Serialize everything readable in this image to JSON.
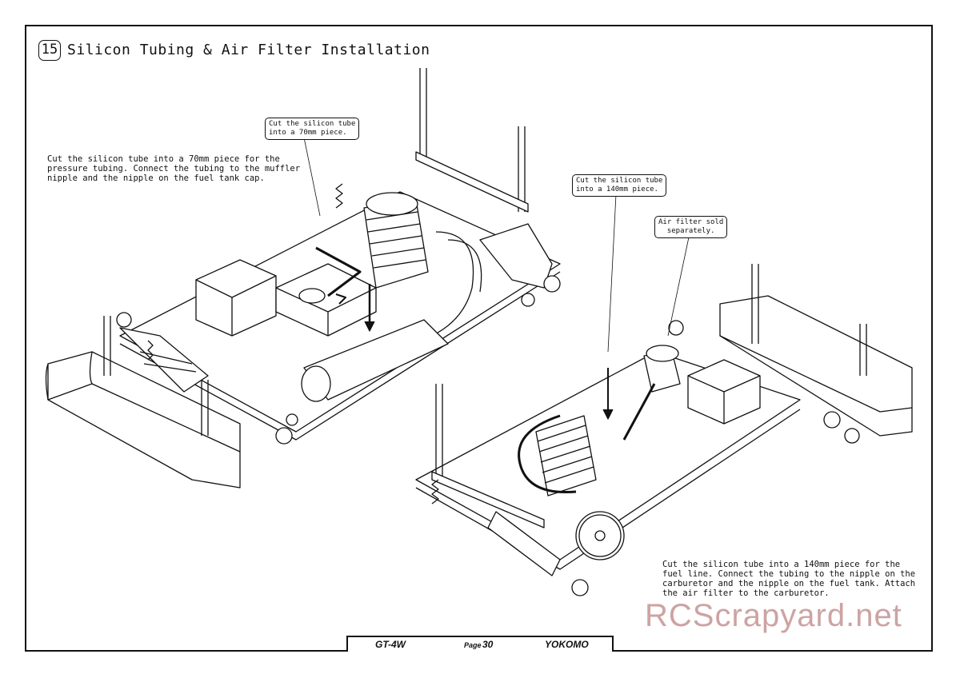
{
  "header": {
    "step_number": "15",
    "title": "Silicon Tubing & Air Filter Installation"
  },
  "notes": {
    "left_instruction": "Cut the silicon tube into a 70mm piece for the\npressure tubing. Connect the tubing to the muffler\nnipple and the nipple on the fuel tank cap.",
    "right_instruction": "Cut the silicon tube into a 140mm piece for the\nfuel line. Connect the tubing to the nipple on the\ncarburetor and the nipple on the fuel tank. Attach\nthe air filter to the carburetor."
  },
  "callouts": {
    "tube_70": "Cut the silicon tube\ninto a 70mm piece.",
    "tube_140": "Cut the silicon tube\ninto a 140mm piece.",
    "air_filter": "Air filter sold\n  separately."
  },
  "footer": {
    "model": "GT-4W",
    "page_label": "Page",
    "page_number": "30",
    "brand": "YOKOMO"
  },
  "watermark": "RCScrapyard.net"
}
